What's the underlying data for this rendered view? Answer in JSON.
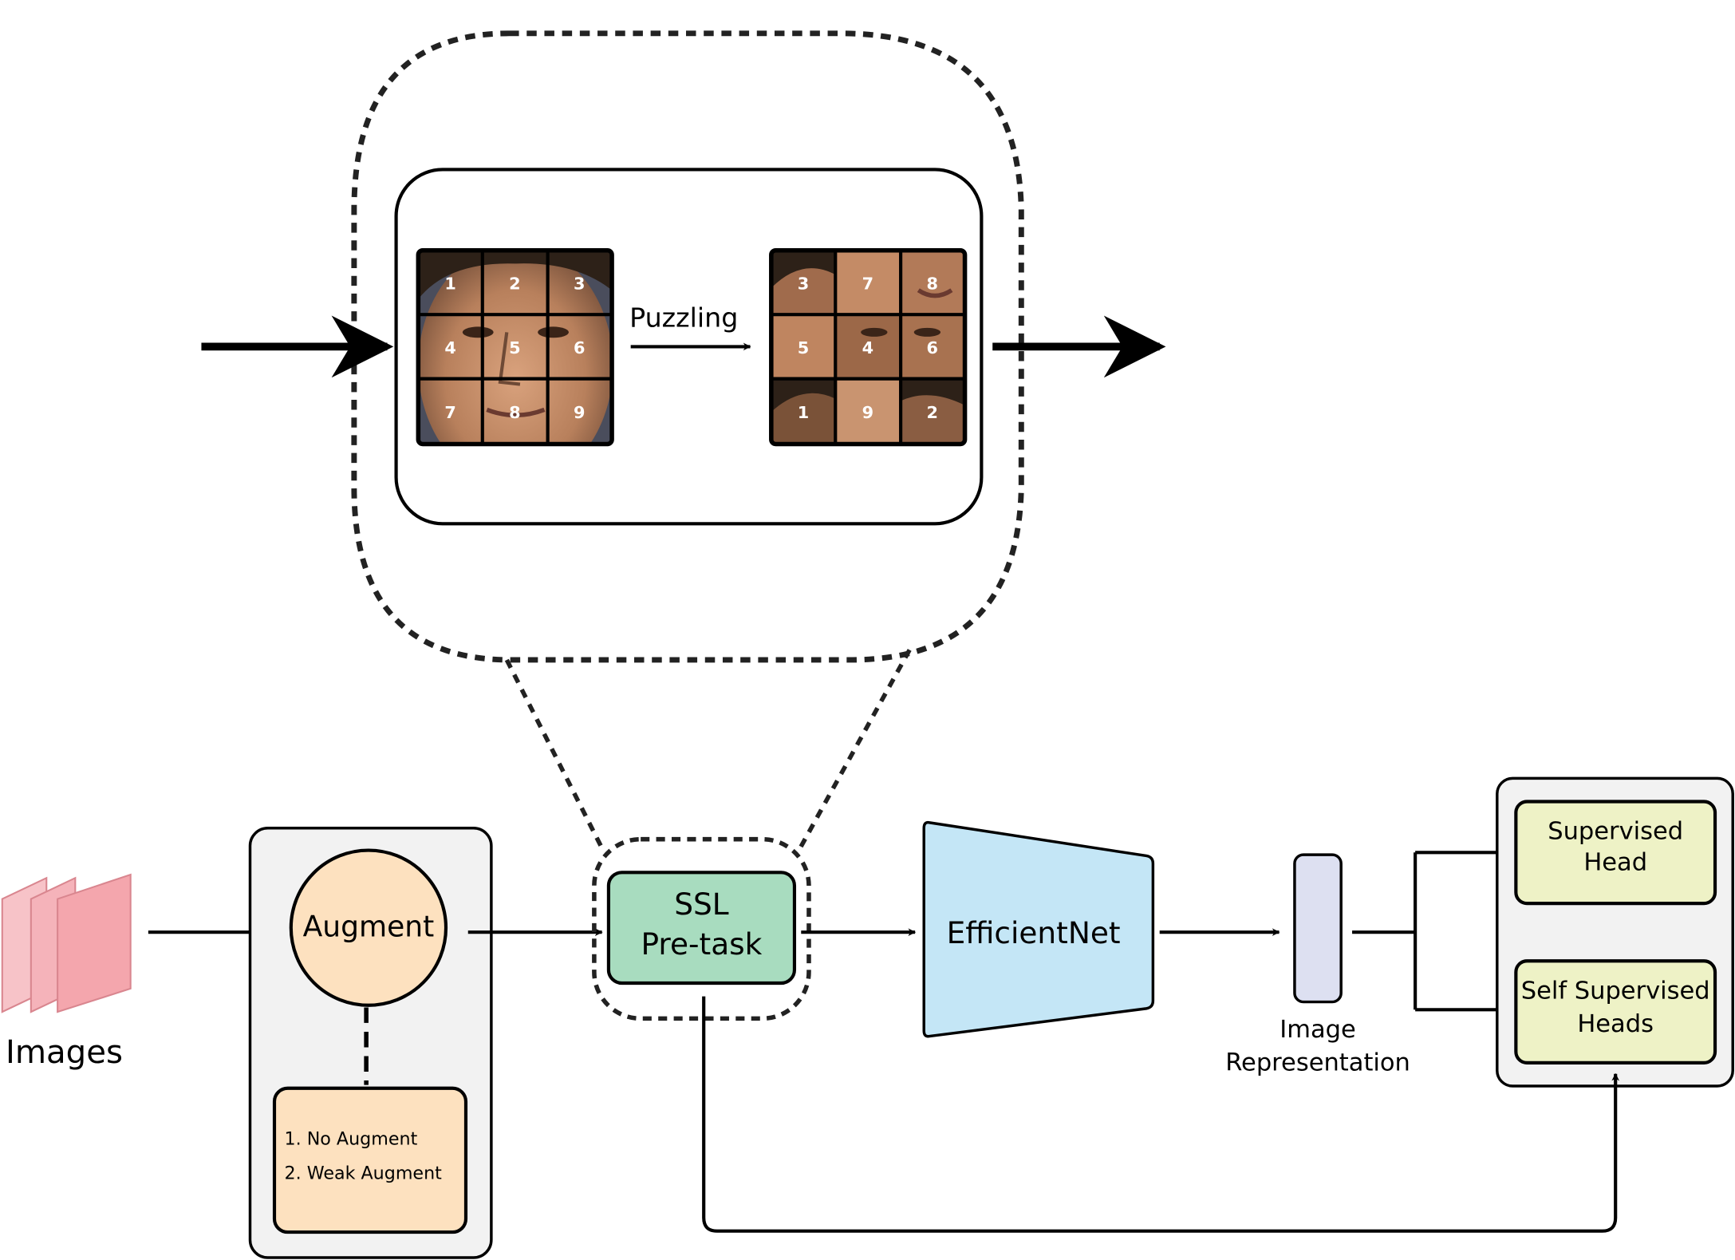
{
  "puzzle": {
    "label": "Puzzling",
    "original_numbers": [
      "1",
      "2",
      "3",
      "4",
      "5",
      "6",
      "7",
      "8",
      "9"
    ],
    "shuffled_numbers": [
      "3",
      "7",
      "8",
      "5",
      "4",
      "6",
      "1",
      "9",
      "2"
    ]
  },
  "images": {
    "label": "Images"
  },
  "augment": {
    "circle_label": "Augment",
    "options": [
      "1. No Augment",
      "2. Weak Augment"
    ]
  },
  "ssl": {
    "line1": "SSL",
    "line2": "Pre-task"
  },
  "backbone": {
    "label": "EfficientNet"
  },
  "representation": {
    "line1": "Image",
    "line2": "Representation"
  },
  "heads": {
    "supervised": {
      "line1": "Supervised",
      "line2": "Head"
    },
    "self_supervised": {
      "line1": "Self Supervised",
      "line2": "Heads"
    }
  },
  "colors": {
    "images_pink": "#f4a6ad",
    "augment_circle": "#fde1bf",
    "augment_options": "#fde1bf",
    "panel_gray": "#f2f2f2",
    "ssl_green": "#a8dcbf",
    "efficientnet_blue": "#c4e6f6",
    "representation_lavender": "#dde0f1",
    "heads_yellow": "#eef2c6",
    "face_skin": "#b8805c",
    "face_hair": "#2d2118",
    "puzzle_background": "#4a4d5c"
  }
}
